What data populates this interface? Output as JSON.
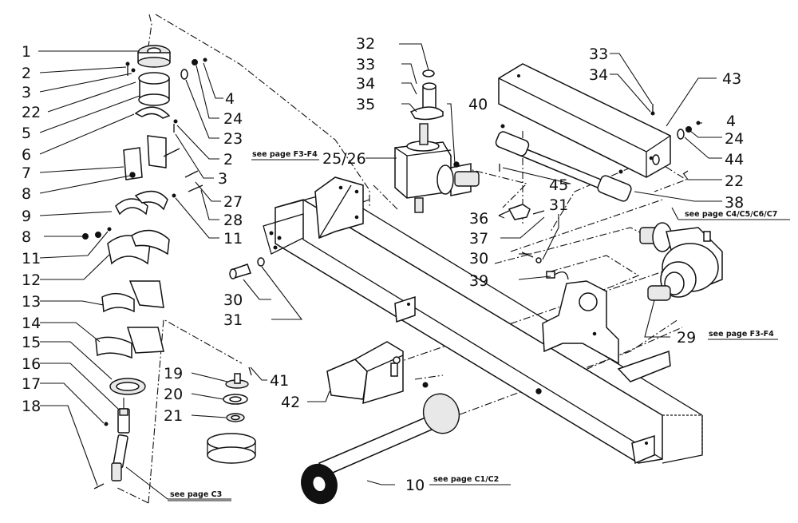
{
  "diagram": {
    "title": "Exploded parts view – gearbox drive assembly",
    "callouts": [
      {
        "id": "c1",
        "label": "1"
      },
      {
        "id": "c2a",
        "label": "2"
      },
      {
        "id": "c3a",
        "label": "3"
      },
      {
        "id": "c22a",
        "label": "22"
      },
      {
        "id": "c5",
        "label": "5"
      },
      {
        "id": "c6",
        "label": "6"
      },
      {
        "id": "c7",
        "label": "7"
      },
      {
        "id": "c8a",
        "label": "8"
      },
      {
        "id": "c9",
        "label": "9"
      },
      {
        "id": "c8b",
        "label": "8"
      },
      {
        "id": "c11a",
        "label": "11"
      },
      {
        "id": "c12",
        "label": "12"
      },
      {
        "id": "c13",
        "label": "13"
      },
      {
        "id": "c14",
        "label": "14"
      },
      {
        "id": "c15",
        "label": "15"
      },
      {
        "id": "c16",
        "label": "16"
      },
      {
        "id": "c17",
        "label": "17"
      },
      {
        "id": "c18",
        "label": "18"
      },
      {
        "id": "c4a",
        "label": "4"
      },
      {
        "id": "c24a",
        "label": "24"
      },
      {
        "id": "c23",
        "label": "23"
      },
      {
        "id": "c2b",
        "label": "2"
      },
      {
        "id": "c3b",
        "label": "3"
      },
      {
        "id": "c27",
        "label": "27"
      },
      {
        "id": "c28",
        "label": "28"
      },
      {
        "id": "c11b",
        "label": "11"
      },
      {
        "id": "c30a",
        "label": "30"
      },
      {
        "id": "c31a",
        "label": "31"
      },
      {
        "id": "c19",
        "label": "19"
      },
      {
        "id": "c20",
        "label": "20"
      },
      {
        "id": "c21",
        "label": "21"
      },
      {
        "id": "c41",
        "label": "41"
      },
      {
        "id": "c42",
        "label": "42"
      },
      {
        "id": "c10",
        "label": "10"
      },
      {
        "id": "c32",
        "label": "32"
      },
      {
        "id": "c33a",
        "label": "33"
      },
      {
        "id": "c34a",
        "label": "34"
      },
      {
        "id": "c35",
        "label": "35"
      },
      {
        "id": "c40",
        "label": "40"
      },
      {
        "id": "c2526",
        "label": "25/26"
      },
      {
        "id": "c36",
        "label": "36"
      },
      {
        "id": "c37",
        "label": "37"
      },
      {
        "id": "c31b",
        "label": "31"
      },
      {
        "id": "c30b",
        "label": "30"
      },
      {
        "id": "c39",
        "label": "39"
      },
      {
        "id": "c33b",
        "label": "33"
      },
      {
        "id": "c34b",
        "label": "34"
      },
      {
        "id": "c43",
        "label": "43"
      },
      {
        "id": "c4b",
        "label": "4"
      },
      {
        "id": "c24b",
        "label": "24"
      },
      {
        "id": "c44",
        "label": "44"
      },
      {
        "id": "c22b",
        "label": "22"
      },
      {
        "id": "c45",
        "label": "45"
      },
      {
        "id": "c38",
        "label": "38"
      },
      {
        "id": "c29",
        "label": "29"
      }
    ],
    "page_refs": [
      {
        "id": "r_f3f4a",
        "label": "see page F3-F4"
      },
      {
        "id": "r_c4c7",
        "label": "see page C4/C5/C6/C7"
      },
      {
        "id": "r_f3f4b",
        "label": "see page F3-F4"
      },
      {
        "id": "r_c3",
        "label": "see page C3"
      },
      {
        "id": "r_c1c2",
        "label": "see page C1/C2"
      }
    ]
  }
}
